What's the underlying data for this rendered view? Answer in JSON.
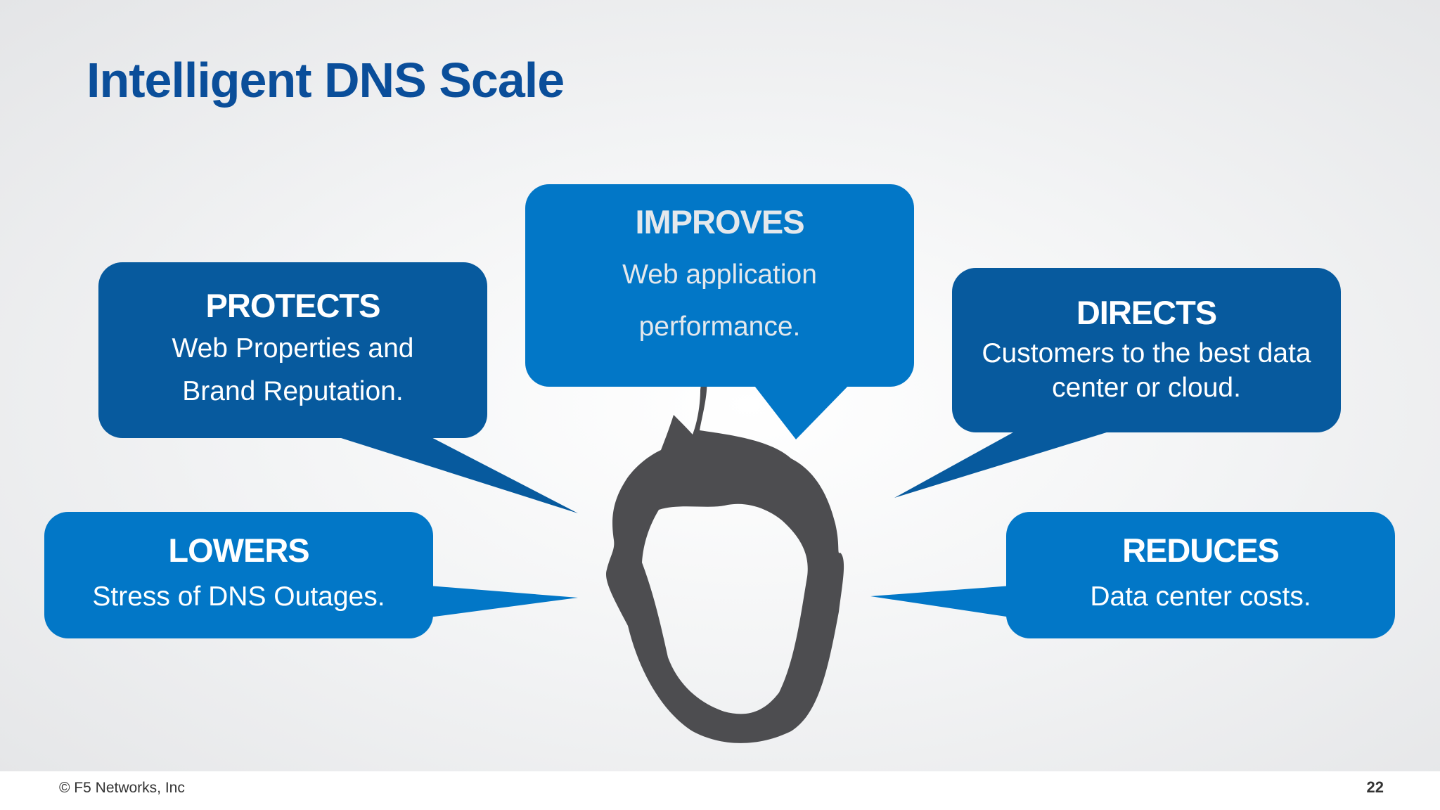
{
  "slide": {
    "title": "Intelligent DNS Scale",
    "page_number": "22"
  },
  "callouts": {
    "protects": {
      "heading": "PROTECTS",
      "line1": "Web Properties and",
      "line2": "Brand Reputation."
    },
    "improves": {
      "heading": "IMPROVES",
      "line1": "Web application",
      "line2": "performance."
    },
    "directs": {
      "heading": "DIRECTS",
      "line1": "Customers to the best data",
      "line2": "center or cloud."
    },
    "lowers": {
      "heading": "LOWERS",
      "line1": "Stress of DNS Outages."
    },
    "reduces": {
      "heading": "REDUCES",
      "line1": "Data center costs."
    }
  },
  "footer": {
    "copyright": "© F5 Networks, Inc"
  },
  "colors": {
    "title": "#0a4e9a",
    "dark_blue": "#075a9e",
    "light_blue": "#0277c7",
    "head_silhouette": "#4d4d50"
  }
}
